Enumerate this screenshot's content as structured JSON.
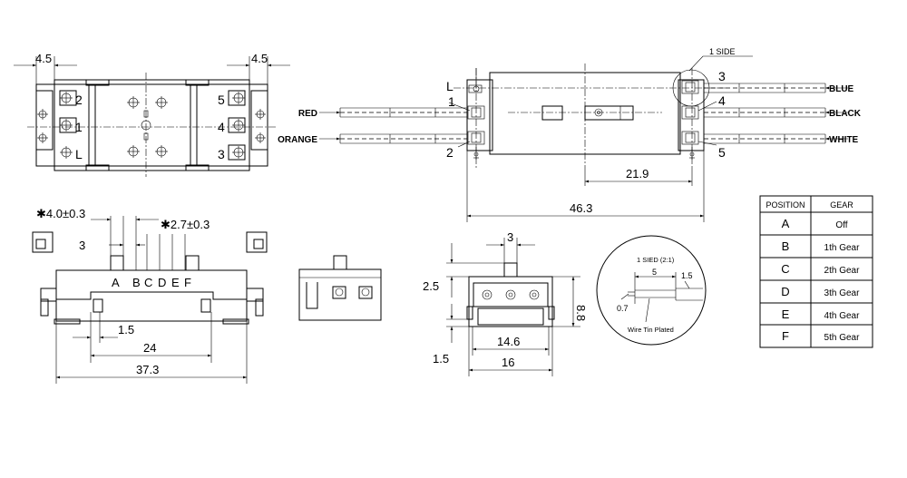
{
  "dims": {
    "top_left_offset": "4.5",
    "top_right_offset": "4.5",
    "gap_a": "✱4.0±0.3",
    "gap_b": "✱2.7±0.3",
    "lever_width": "3",
    "slot": "1.5",
    "span_inner": "24",
    "span_total": "37.3",
    "side_top": "3",
    "side_left": "2.5",
    "side_height": "8.8",
    "side_bottom": "1.5",
    "side_inner_w": "14.6",
    "side_w": "16",
    "wire_run": "21.9",
    "wire_total": "46.3"
  },
  "pins": {
    "top_left": [
      "2",
      "1",
      "L"
    ],
    "top_right": [
      "5",
      "4",
      "3"
    ],
    "front_left": [
      "L",
      "1",
      "2"
    ],
    "front_right": [
      "3",
      "4",
      "5"
    ]
  },
  "positions": [
    "A",
    "B",
    "C",
    "D",
    "E",
    "F"
  ],
  "wires": {
    "left": [
      "RED",
      "ORANGE"
    ],
    "right": [
      "BLUE",
      "BLACK",
      "WHITE"
    ]
  },
  "notes": {
    "side_label": "1 SIDE",
    "detail_title": "1 SIED (2:1)",
    "detail_a": "5",
    "detail_b": "1.5",
    "detail_c": "0.7",
    "detail_caption": "Wire Tin Plated"
  },
  "table": {
    "headers": [
      "POSITION",
      "GEAR"
    ],
    "rows": [
      [
        "A",
        "Off"
      ],
      [
        "B",
        "1th Gear"
      ],
      [
        "C",
        "2th Gear"
      ],
      [
        "D",
        "3th Gear"
      ],
      [
        "E",
        "4th Gear"
      ],
      [
        "F",
        "5th Gear"
      ]
    ]
  }
}
